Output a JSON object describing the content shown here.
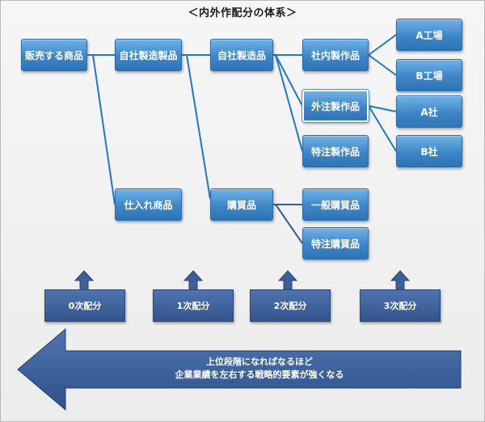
{
  "title": "＜内外作配分の体系＞",
  "nodes": {
    "hanbai": "販売する商品",
    "jisha_seizo_seihin": "自社製造製品",
    "shiire": "仕入れ商品",
    "jisha_seizo_hin": "自社製造品",
    "konyu": "購買品",
    "shanai": "社内製作品",
    "gaichu": "外注製作品",
    "tokuchu_seisaku": "特注製作品",
    "ippan_konyu": "一般購買品",
    "tokuchu_konyu": "特注購買品",
    "a_kojo": "A工場",
    "b_kojo": "B工場",
    "a_sha": "A社",
    "b_sha": "B社"
  },
  "orders": [
    "0次配分",
    "1次配分",
    "2次配分",
    "3次配分"
  ],
  "arrow_text": {
    "line1": "上位段階になればなるほど",
    "line2": "企業業績を左右する戦略的要素が強くなる"
  },
  "colors": {
    "node_blue": "#3d86c6",
    "order_navy": "#33558c",
    "line_blue": "#1e78c8",
    "line_navy": "#3a5a92"
  }
}
